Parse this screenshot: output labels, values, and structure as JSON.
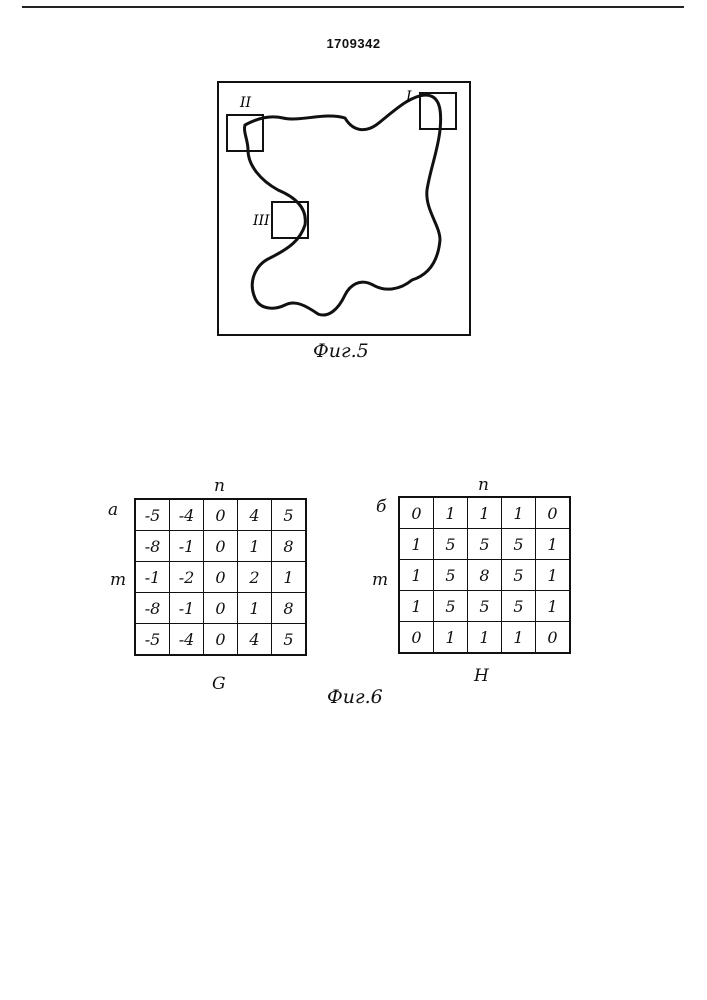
{
  "header": {
    "patent_number": "1709342"
  },
  "fig5": {
    "caption": "Фиг.5",
    "regions": [
      {
        "label": "I"
      },
      {
        "label": "II"
      },
      {
        "label": "III"
      }
    ]
  },
  "fig6": {
    "caption": "Фиг.6",
    "table_a": {
      "label": "а",
      "top_label": "n",
      "side_label": "m",
      "bottom_label": "G",
      "rows": [
        [
          "-5",
          "-4",
          "0",
          "4",
          "5"
        ],
        [
          "-8",
          "-1",
          "0",
          "1",
          "8"
        ],
        [
          "-1",
          "-2",
          "0",
          "2",
          "1"
        ],
        [
          "-8",
          "-1",
          "0",
          "1",
          "8"
        ],
        [
          "-5",
          "-4",
          "0",
          "4",
          "5"
        ]
      ]
    },
    "table_b": {
      "label": "б",
      "top_label": "n",
      "side_label": "m",
      "bottom_label": "H",
      "rows": [
        [
          "0",
          "1",
          "1",
          "1",
          "0"
        ],
        [
          "1",
          "5",
          "5",
          "5",
          "1"
        ],
        [
          "1",
          "5",
          "8",
          "5",
          "1"
        ],
        [
          "1",
          "5",
          "5",
          "5",
          "1"
        ],
        [
          "0",
          "1",
          "1",
          "1",
          "0"
        ]
      ]
    }
  }
}
